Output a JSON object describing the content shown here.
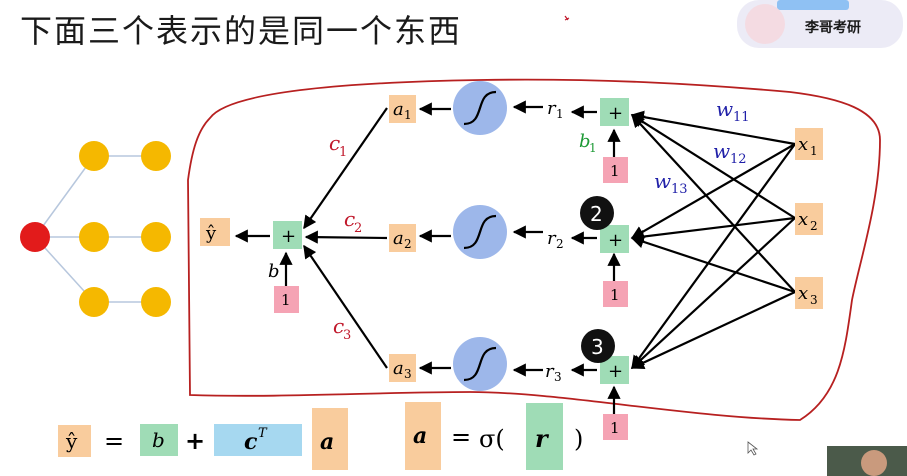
{
  "title": "下面三个表示的是同一个东西",
  "watermark": {
    "text": "李哥考研"
  },
  "labels": {
    "yhat": "ŷ",
    "plus": "+",
    "one": "1",
    "b": "b",
    "b1": "b",
    "b1_sub": "1",
    "a": "a",
    "r": "r",
    "x": "x",
    "c": "c",
    "w": "w",
    "sub1": "1",
    "sub2": "2",
    "sub3": "3",
    "w11_sub": "11",
    "w12_sub": "12",
    "w13_sub": "13",
    "badge2": "2",
    "badge3": "3"
  },
  "formula": {
    "yhat": "ŷ",
    "equals": "=",
    "b": "b",
    "plus": "+",
    "c": "c",
    "c_sup": "T",
    "a": "a",
    "a2": "a",
    "equals2": "=",
    "sigma": "σ(",
    "r": "r",
    "close": ")",
    "one": "1"
  },
  "colors": {
    "orange_box": "#f9cc9d",
    "green_box": "#9fdcb6",
    "pink_box": "#f5a3b4",
    "sigmoid": "#9db7ea",
    "blue_box": "#a6d8f0",
    "red_text": "#c0172a",
    "blue_text": "#1f1fa8",
    "green_text": "#1e9a36",
    "tree_yellow": "#f5b800",
    "tree_red": "#e21b1b",
    "outline_red": "#b72020"
  }
}
